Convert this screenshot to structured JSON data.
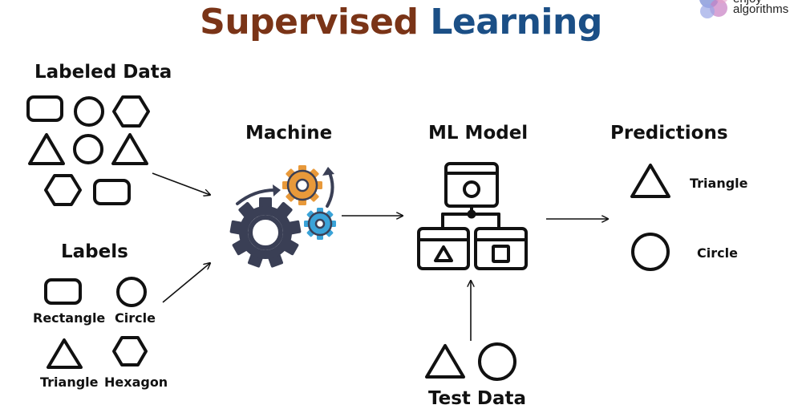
{
  "title": {
    "part1": "Supervised",
    "part2": "Learning"
  },
  "colors": {
    "title_part1": "#7a3417",
    "title_part2": "#1b4f86",
    "gear_large": "#3a3f55",
    "gear_orange": "#e8993a",
    "gear_blue": "#3aa3d8",
    "ink": "#111111"
  },
  "logo": {
    "line1": "enjoy",
    "line2": "algorithms"
  },
  "sections": {
    "labeled_data": "Labeled Data",
    "labels": "Labels",
    "machine": "Machine",
    "ml_model": "ML Model",
    "predictions": "Predictions",
    "test_data": "Test Data"
  },
  "label_names": {
    "rectangle": "Rectangle",
    "circle": "Circle",
    "triangle": "Triangle",
    "hexagon": "Hexagon"
  },
  "prediction_names": {
    "triangle": "Triangle",
    "circle": "Circle"
  },
  "icons": [
    "rectangle-icon",
    "circle-icon",
    "hexagon-icon",
    "triangle-icon",
    "gears-icon",
    "ml-model-icon",
    "arrow-icon"
  ]
}
